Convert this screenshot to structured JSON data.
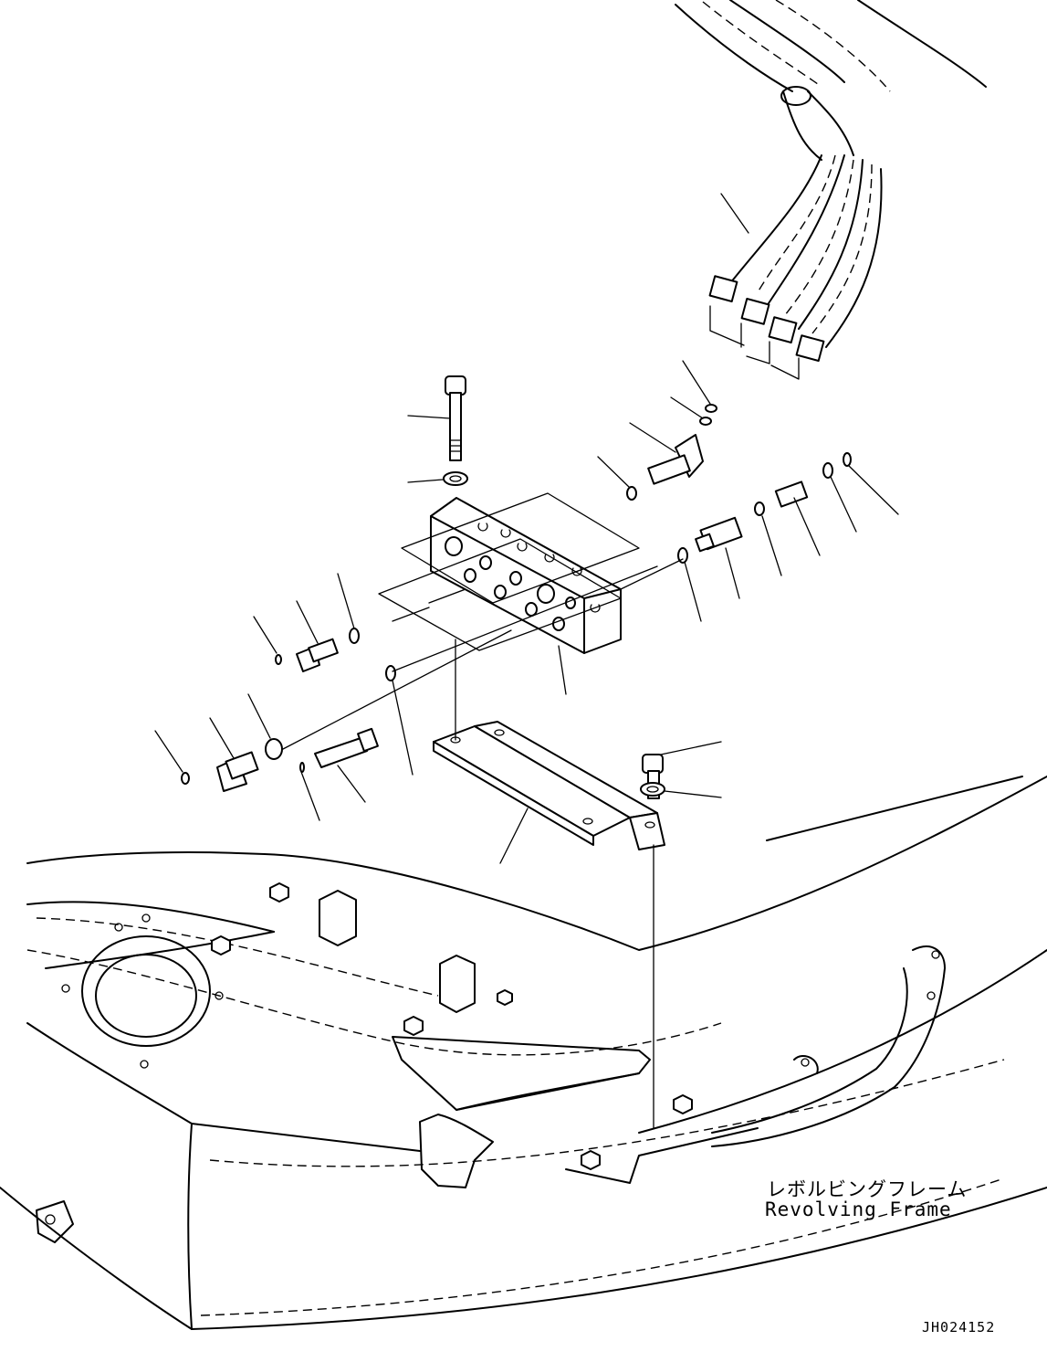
{
  "frame_label": {
    "japanese": "レボルビングフレーム",
    "english": "Revolving Frame"
  },
  "drawing_number": "JH024152"
}
